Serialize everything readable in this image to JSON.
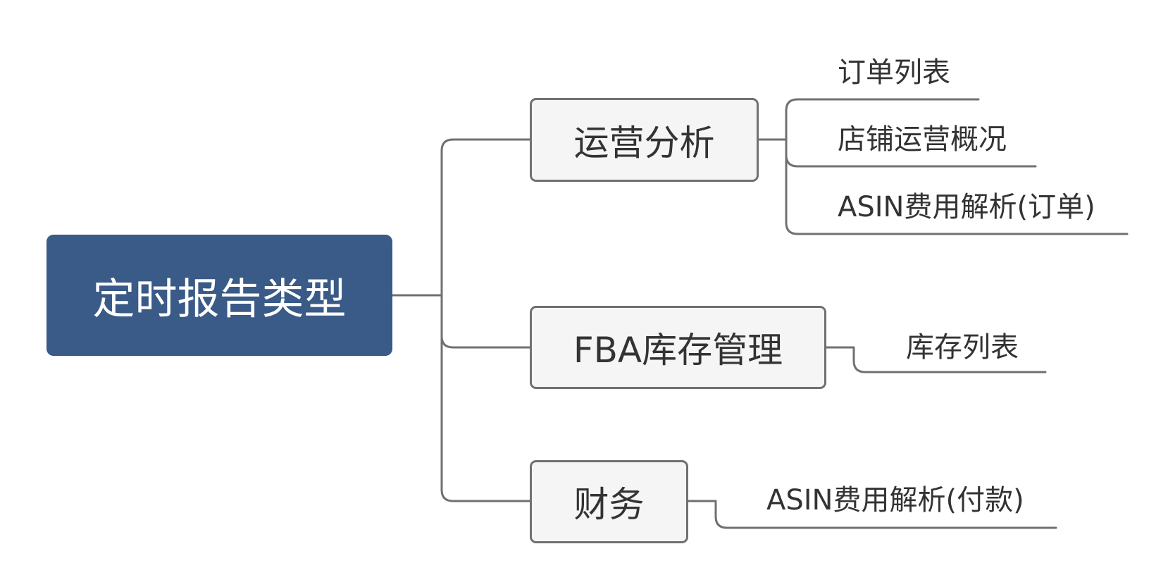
{
  "root": {
    "label": "定时报告类型"
  },
  "branches": [
    {
      "label": "运营分析",
      "children": [
        "订单列表",
        "店铺运营概况",
        "ASIN费用解析(订单)"
      ]
    },
    {
      "label": "FBA库存管理",
      "children": [
        "库存列表"
      ]
    },
    {
      "label": "财务",
      "children": [
        "ASIN费用解析(付款)"
      ]
    }
  ],
  "colors": {
    "root_fill": "#3a5a87",
    "root_text": "#ffffff",
    "branch_fill": "#f5f5f5",
    "branch_border": "#707070",
    "connector": "#707070",
    "text": "#333333"
  }
}
